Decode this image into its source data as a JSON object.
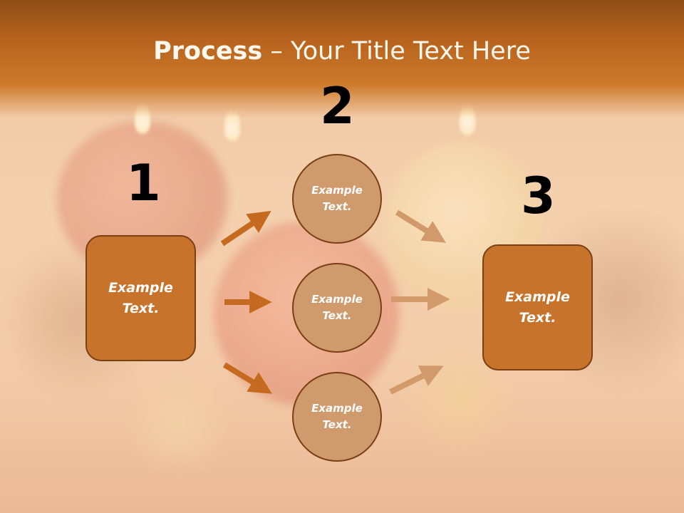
{
  "slide": {
    "title_bold": "Process",
    "title_rest": " – Your Title Text Here",
    "steps": [
      {
        "number": "1",
        "text_line1": "Example",
        "text_line2": "Text."
      },
      {
        "number": "2"
      },
      {
        "number": "3",
        "text_line1": "Example",
        "text_line2": "Text."
      }
    ],
    "circles": [
      {
        "line1": "Example",
        "line2": "Text."
      },
      {
        "line1": "Example",
        "line2": "Text."
      },
      {
        "line1": "Example",
        "line2": "Text."
      }
    ],
    "colors": {
      "title_band": "#b6621d",
      "box_fill": "#c8732b",
      "circle_fill": "#cf9a6c",
      "outline": "#7b3f14",
      "arrow_dark": "#c66a20",
      "arrow_light": "#d29a6a"
    }
  }
}
